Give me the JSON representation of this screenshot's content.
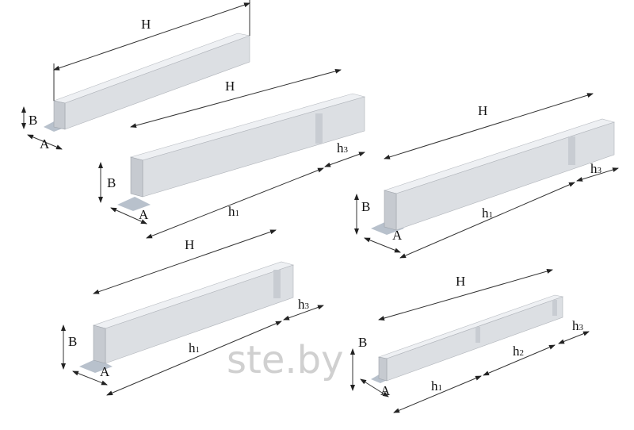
{
  "watermark": "ste.by",
  "columns": [
    {
      "H": "H",
      "B": "B",
      "A": "A"
    },
    {
      "H": "H",
      "B": "B",
      "A": "A",
      "h1": "h",
      "h1_sub": "1",
      "h3": "h",
      "h3_sub": "3"
    },
    {
      "H": "H",
      "B": "B",
      "A": "A",
      "h1": "h",
      "h1_sub": "1",
      "h3": "h",
      "h3_sub": "3"
    },
    {
      "H": "H",
      "B": "B",
      "A": "A",
      "h1": "h",
      "h1_sub": "1",
      "h3": "h",
      "h3_sub": "3"
    },
    {
      "H": "H",
      "B": "B",
      "A": "A",
      "h1": "h",
      "h1_sub": "1",
      "h2": "h",
      "h2_sub": "2",
      "h3": "h",
      "h3_sub": "3"
    }
  ]
}
